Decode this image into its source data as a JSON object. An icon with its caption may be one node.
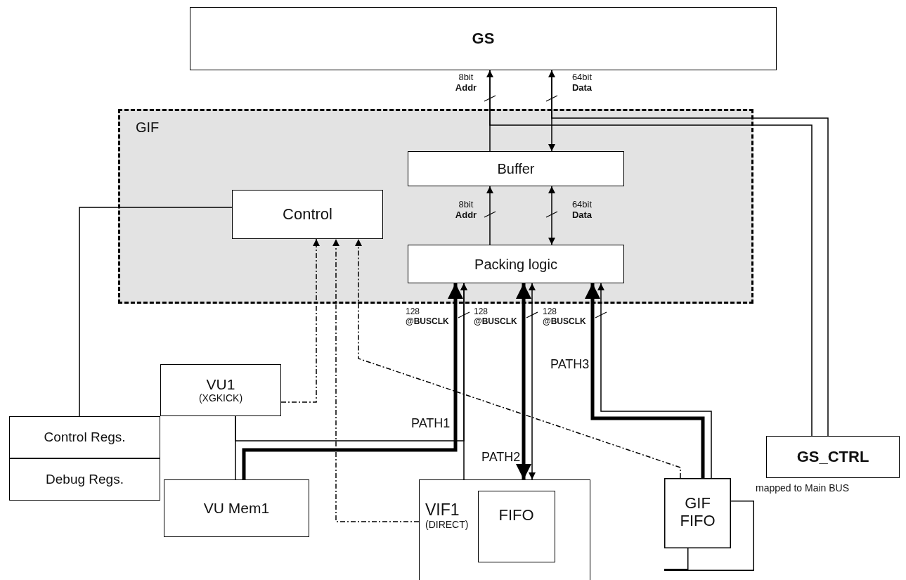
{
  "diagram": {
    "nodes": [
      {
        "text": [
          "GS"
        ]
      },
      {
        "text": [
          "GIF"
        ]
      },
      {
        "text": [
          "Buffer"
        ],
        "in": 1
      },
      {
        "text": [
          "Control"
        ],
        "in": 1
      },
      {
        "text": [
          "Packing logic"
        ],
        "in": 1
      },
      {
        "text": [
          "VU1",
          "(XGKICK)"
        ]
      },
      {
        "text": [
          "Control Regs."
        ]
      },
      {
        "text": [
          "Debug Regs."
        ]
      },
      {
        "text": [
          "VU Mem1"
        ]
      },
      {
        "text": [
          "VIF1",
          "(DIRECT)"
        ]
      },
      {
        "text": [
          "FIFO"
        ],
        "in": 9
      },
      {
        "text": [
          "GIF FIFO"
        ]
      },
      {
        "text": [
          "GS_CTRL"
        ],
        "beside": [
          "mapped to Main BUS"
        ]
      }
    ],
    "edges": [
      {
        "from": 2,
        "to": 0,
        "arrow": "to",
        "label": "8bit **Addr**"
      },
      {
        "from": 2,
        "to": 0,
        "arrow": "both",
        "label": "64bit **Data**"
      },
      {
        "from": 4,
        "to": 2,
        "arrow": "to",
        "label": "8bit **Addr**"
      },
      {
        "from": 4,
        "to": 2,
        "arrow": "both",
        "label": "64bit **Data**"
      },
      {
        "from": 12,
        "to": 0,
        "arrow": "none"
      },
      {
        "from": 12,
        "to": 0,
        "arrow": "none"
      },
      {
        "from": 6,
        "to": 3,
        "arrow": "none"
      },
      {
        "from": 5,
        "to": 3,
        "arrow": "to",
        "style": "dashed"
      },
      {
        "from": 9,
        "to": 3,
        "arrow": "to",
        "style": "dashed"
      },
      {
        "from": 11,
        "to": 3,
        "arrow": "to",
        "style": "dashed"
      },
      {
        "from": 5,
        "to": 8,
        "arrow": "none"
      },
      {
        "from": 8,
        "to": 4,
        "arrow": "to",
        "style": "thick",
        "label": "PATH1"
      },
      {
        "from": 5,
        "to": 4,
        "arrow": "to"
      },
      {
        "from": 9,
        "to": 4,
        "arrow": "to"
      },
      {
        "from": 9,
        "to": 4,
        "arrow": "both",
        "style": "thick",
        "label": "PATH2"
      },
      {
        "from": 9,
        "to": 4,
        "arrow": "both"
      },
      {
        "from": 11,
        "to": 4,
        "arrow": "to",
        "style": "thick",
        "label": "PATH3"
      },
      {
        "from": 11,
        "to": 4,
        "arrow": "to"
      }
    ],
    "labels": [
      "128 **@BUSCLK**",
      "128 **@BUSCLK**",
      "128 **@BUSCLK**"
    ]
  }
}
